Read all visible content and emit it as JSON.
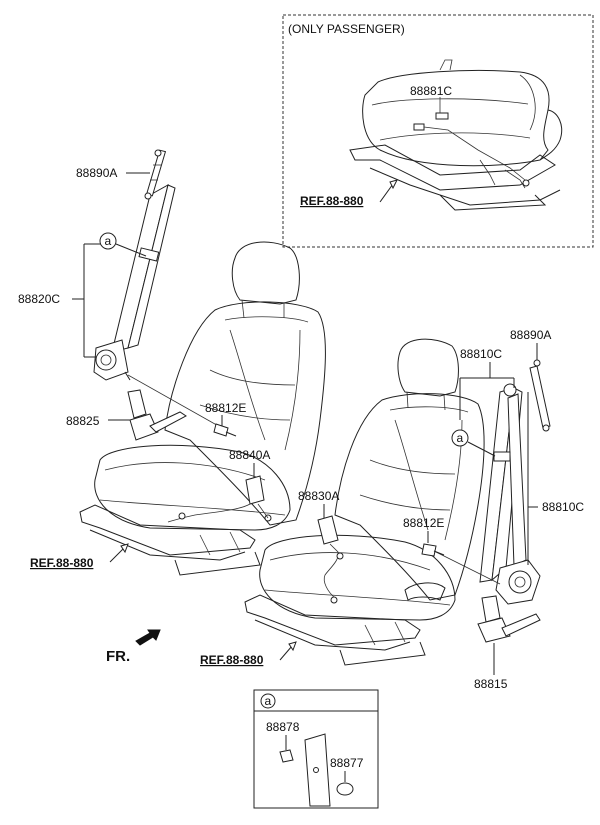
{
  "inset_top": {
    "title": "(ONLY PASSENGER)",
    "part": "88881C",
    "ref": "REF.88-880"
  },
  "left_seat": {
    "p_88890A": "88890A",
    "p_88820C": "88820C",
    "p_88825": "88825",
    "p_88812E": "88812E",
    "p_88840A": "88840A",
    "ref": "REF.88-880",
    "callout": "a"
  },
  "right_seat": {
    "p_88810C_top": "88810C",
    "p_88890A": "88890A",
    "p_88810C_side": "88810C",
    "p_88830A": "88830A",
    "p_88812E": "88812E",
    "p_88815": "88815",
    "ref": "REF.88-880",
    "callout": "a"
  },
  "fr": "FR.",
  "detail_a": {
    "callout": "a",
    "p_88878": "88878",
    "p_88877": "88877"
  }
}
